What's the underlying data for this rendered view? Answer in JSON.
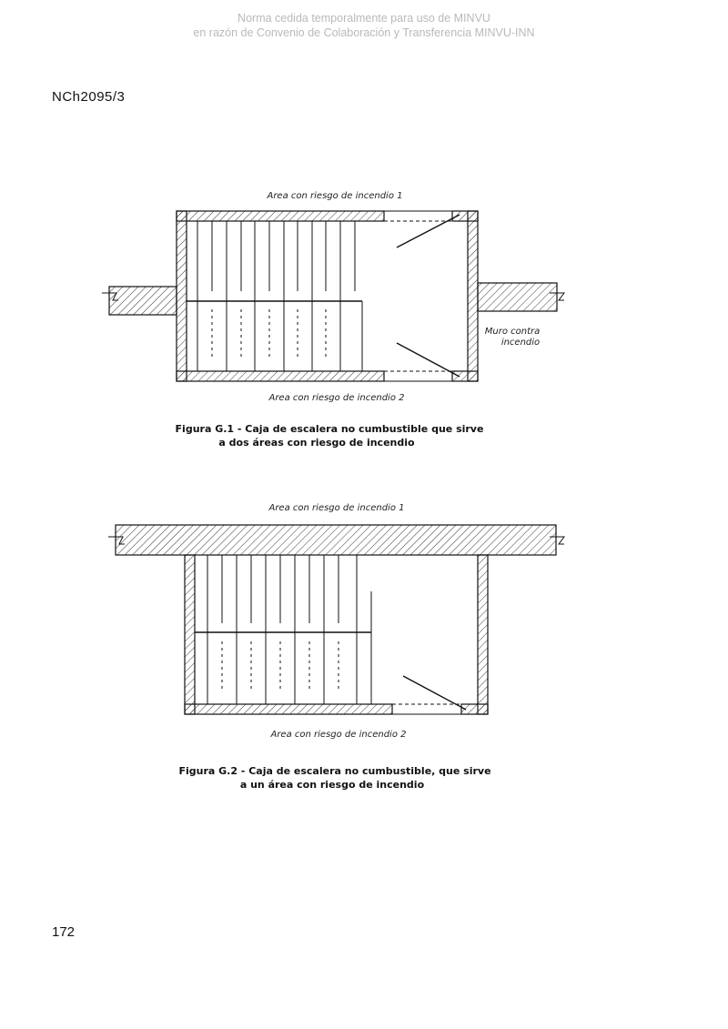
{
  "watermark": {
    "line1": "Norma cedida temporalmente para uso de MINVU",
    "line2": "en razón de Convenio de Colaboración y Transferencia MINVU-INN"
  },
  "header": {
    "doc_code": "NCh2095/3"
  },
  "figure1": {
    "top_label": "Area con riesgo de incendio 1",
    "bottom_label": "Area con riesgo de incendio 2",
    "wall_label_line1": "Muro contra",
    "wall_label_line2": "incendio",
    "caption_line1": "Figura G.1 - Caja de escalera no cumbustible que sirve",
    "caption_line2": "a dos áreas con riesgo de incendio"
  },
  "figure2": {
    "top_label": "Area con riesgo de incendio 1",
    "bottom_label": "Area con riesgo de incendio 2",
    "caption_line1": "Figura G.2 - Caja de escalera no cumbustible, que sirve",
    "caption_line2": "a un área con riesgo de incendio"
  },
  "footer": {
    "page_number": "172"
  }
}
